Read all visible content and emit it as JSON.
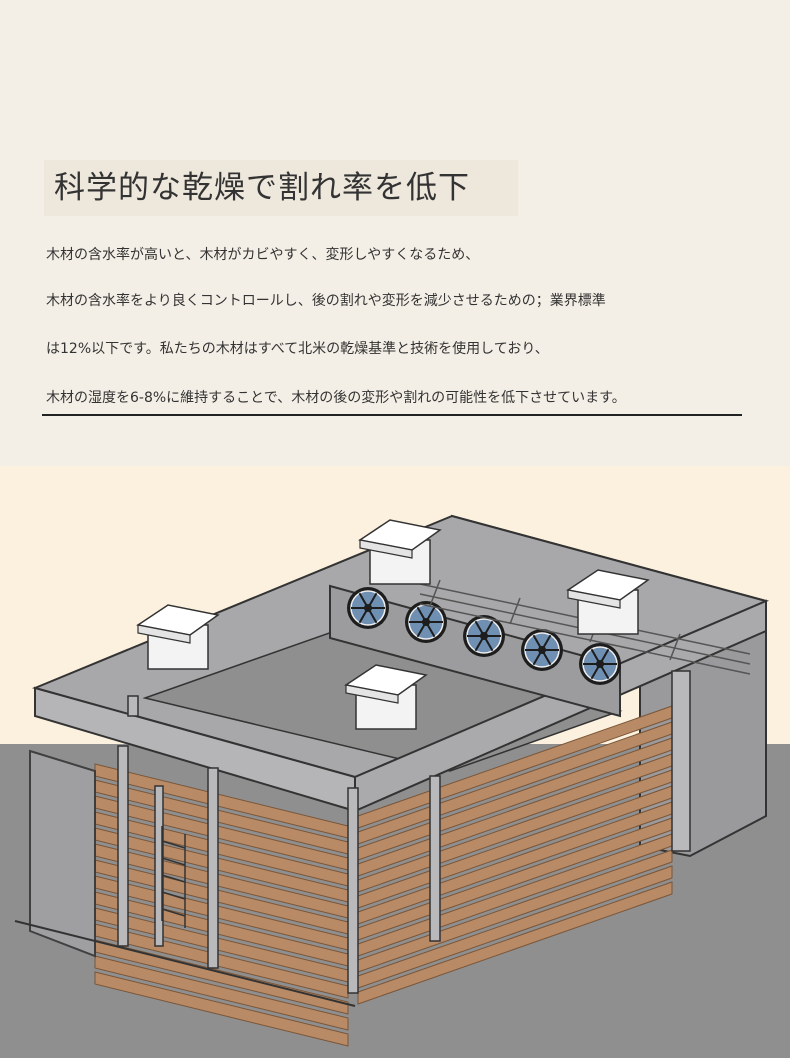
{
  "heading": "科学的な乾燥で割れ率を低下",
  "paragraph": {
    "line1": "木材の含水率が高いと、木材がカビやすく、変形しやすくなるため、",
    "line2": "木材の含水率をより良くコントロールし、後の割れや変形を減少させるための；業界標準",
    "line3": "は12%以下です。私たちの木材はすべて北米の乾燥基準と技術を使用しており、",
    "line4": "木材の湿度を6-8%に維持することで、木材の後の変形や割れの可能性を低下させています。"
  },
  "colors": {
    "background_top": "#f4efe6",
    "background_bottom": "#fbf1de",
    "floor": "#8f8f90",
    "wood": "#b88a66",
    "fan_blue": "#6f8fb3"
  },
  "illustration": {
    "subject": "drying-kiln",
    "fan_count": 5,
    "vent_count": 4
  }
}
